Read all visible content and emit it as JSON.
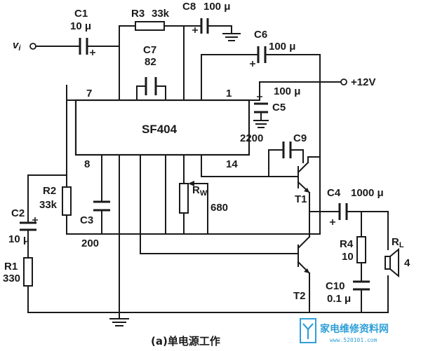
{
  "title": "SF404",
  "caption": "(a)单电源工作",
  "input_label": "v",
  "input_sub": "i",
  "supply_label": "+12V",
  "pins": {
    "p7": "7",
    "p8": "8",
    "p1": "1",
    "p14": "14"
  },
  "components": {
    "c1": {
      "name": "C1",
      "value": "10 μ"
    },
    "r3": {
      "name": "R3",
      "value": "33k"
    },
    "c8": {
      "name": "C8",
      "value": "100 μ"
    },
    "c6": {
      "name": "C6",
      "value": "100 μ"
    },
    "c7": {
      "name": "C7",
      "value": "82"
    },
    "c5": {
      "name": "C5",
      "value": "100 μ"
    },
    "c9": {
      "name": "C9",
      "value": "2200"
    },
    "r2": {
      "name": "R2",
      "value": "33k"
    },
    "c2": {
      "name": "C2",
      "value": "10 μ"
    },
    "r1": {
      "name": "R1",
      "value": "330"
    },
    "c3": {
      "name": "C3",
      "value": "200"
    },
    "rw": {
      "name": "R",
      "sub": "W",
      "value": "680"
    },
    "t1": {
      "name": "T1"
    },
    "t2": {
      "name": "T2"
    },
    "c4": {
      "name": "C4",
      "value": "1000 μ"
    },
    "r4": {
      "name": "R4",
      "value": "10"
    },
    "c10": {
      "name": "C10",
      "value": "0.1 μ"
    },
    "rl": {
      "name": "R",
      "sub": "L",
      "value": "4"
    }
  },
  "watermark": {
    "text": "家电维修资料网",
    "url": "www.520101.com"
  },
  "colors": {
    "ink": "#1a1a1a",
    "watermark": "#2f9fd8"
  }
}
